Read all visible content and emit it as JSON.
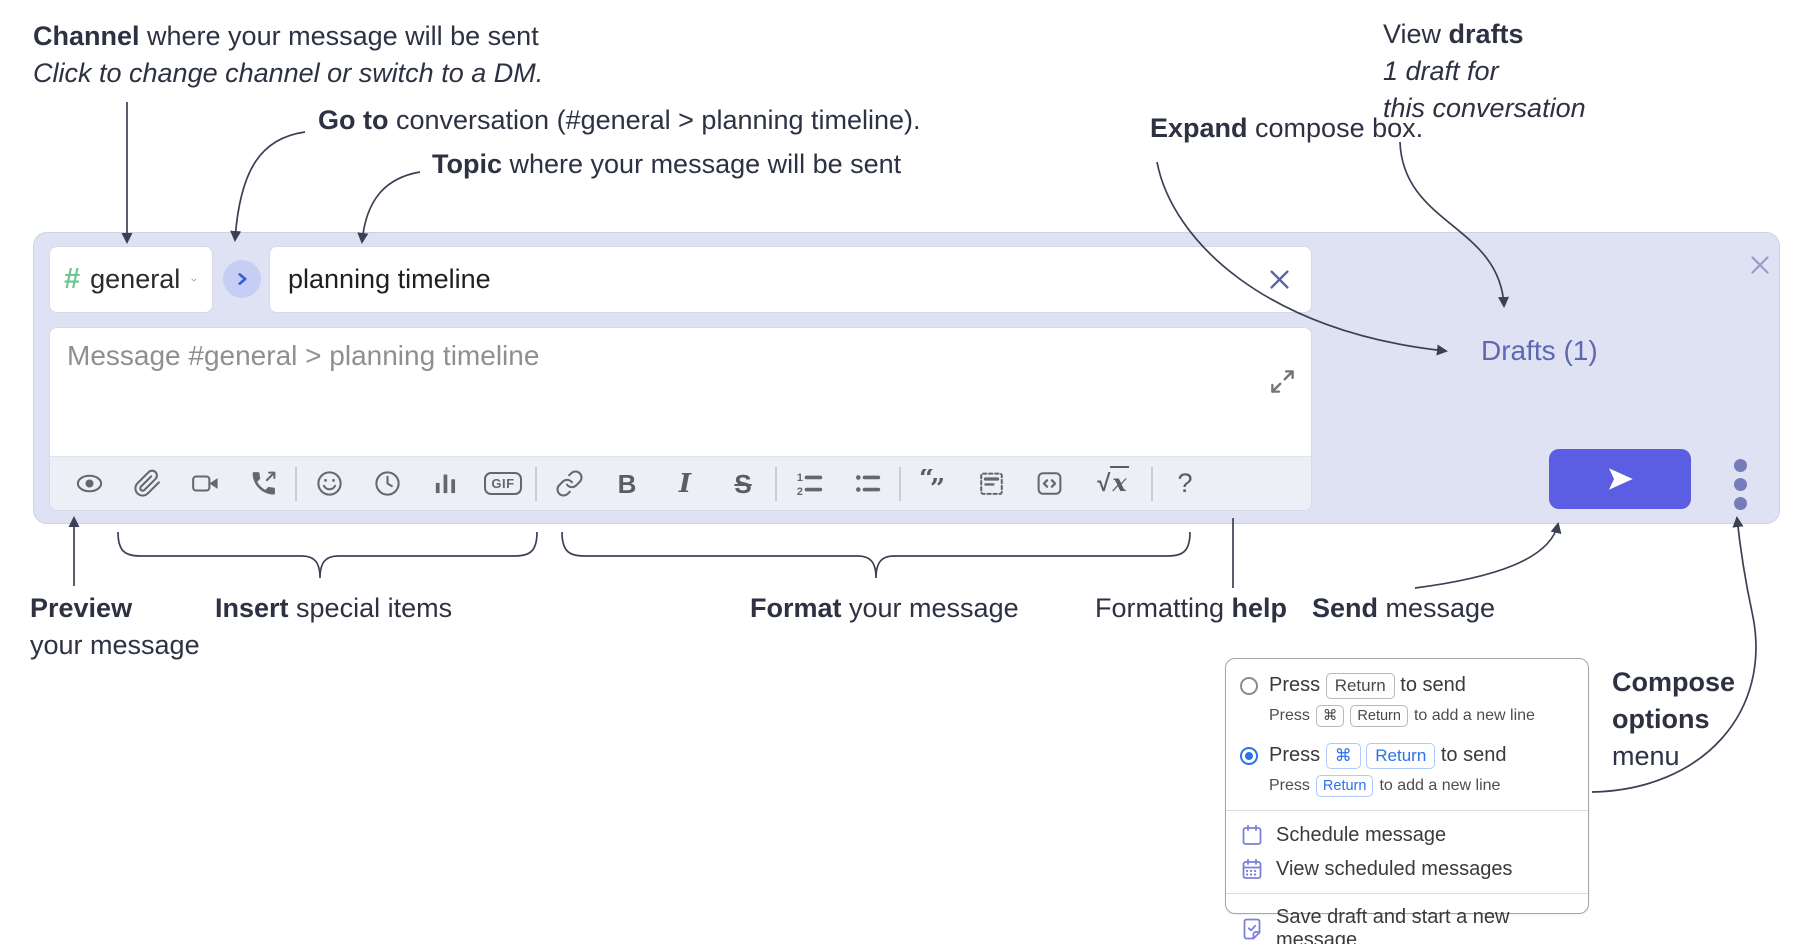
{
  "colors": {
    "compose_bg": "#dfe2f3",
    "toolbar_bg": "#edeff6",
    "send_button": "#5b5ee2",
    "hash_green": "#6fc491",
    "drafts_link": "#5d68b0",
    "option_blue": "#2b72e8",
    "menu_icon_purple": "#7b80d9",
    "annotation_text": "#2d3142",
    "icon_gray": "#65676c"
  },
  "icons": {
    "channel_hash": "#",
    "channel_chevron": "chevron-down",
    "goto_chevron": "chevron-right",
    "topic_clear": "x",
    "compose_close": "x",
    "expand": "diagonal-arrows",
    "preview": "eye",
    "attach": "paperclip",
    "video_call": "video-camera",
    "voice_call": "phone-outgoing",
    "emoji": "smiley-face",
    "time": "clock",
    "poll": "bar-chart",
    "link": "chain-link",
    "numbered_list": "ordered-list",
    "bulleted_list": "unordered-list",
    "quote": "double-quotes",
    "spoiler": "dashed-box-lines",
    "code": "angle-brackets-box",
    "send": "paper-plane-arrow",
    "more": "vertical-ellipsis",
    "schedule": "calendar",
    "view_scheduled": "calendar-grid",
    "save_draft": "note-with-check"
  },
  "annotations": {
    "channel": {
      "bold": "Channel",
      "rest": " where your message will be sent",
      "line2_italic": "Click to change channel or switch to a DM."
    },
    "goto": {
      "bold": "Go to",
      "rest": " conversation (#general > planning timeline)."
    },
    "topic": {
      "bold": "Topic",
      "rest": " where your message will be sent"
    },
    "expand": {
      "bold": "Expand",
      "rest": " compose box."
    },
    "drafts": {
      "line1_pre": "View ",
      "line1_bold": "drafts",
      "line2_italic": "1 draft for",
      "line3_italic": "this conversation"
    },
    "preview": {
      "bold": "Preview",
      "line2": "your message"
    },
    "insert": {
      "bold": "Insert",
      "rest": " special items"
    },
    "format": {
      "bold": "Format",
      "rest": " your message"
    },
    "formatting_help": {
      "pre": "Formatting ",
      "bold": "help"
    },
    "send": {
      "bold": "Send",
      "rest": " message"
    },
    "compose_options": {
      "line1_bold": "Compose",
      "line2_bold": "options",
      "line3": "menu"
    }
  },
  "compose": {
    "channel_selector": {
      "hash": "#",
      "label": "general"
    },
    "topic_input": {
      "value": "planning timeline"
    },
    "message_input": {
      "placeholder": "Message #general > planning timeline"
    },
    "drafts_link": "Drafts (1)",
    "toolbar_labels": {
      "bold": "B",
      "italic": "I",
      "strike": "S",
      "gif": "GIF",
      "sqrt": "√",
      "sqrt_x": "x",
      "help": "?"
    }
  },
  "options_menu": {
    "option1": {
      "press": "Press",
      "kbd1": "Return",
      "suffix": "to send",
      "sub_press": "Press",
      "sub_kbd1": "⌘",
      "sub_kbd2": "Return",
      "sub_suffix": "to add a new line"
    },
    "option2": {
      "press": "Press",
      "kbd1": "⌘",
      "kbd2": "Return",
      "suffix": "to send",
      "sub_press": "Press",
      "sub_kbd1": "Return",
      "sub_suffix": "to add a new line"
    },
    "items": {
      "schedule": "Schedule message",
      "view_scheduled": "View scheduled messages",
      "save_draft": "Save draft and start a new message"
    }
  }
}
